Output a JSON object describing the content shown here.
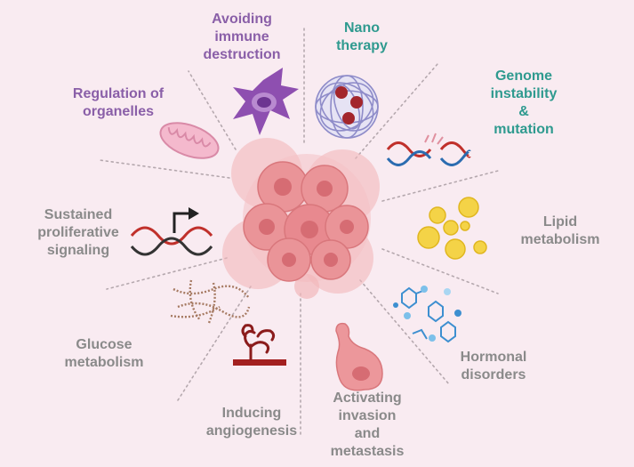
{
  "labels": {
    "immune": "Avoiding\nimmune\ndestruction",
    "nano": "Nano\ntherapy",
    "organelles": "Regulation of\norganelles",
    "genome": "Genome\ninstability\n&\nmutation",
    "proliferative": "Sustained\nproliferative\nsignaling",
    "lipid": "Lipid\nmetabolism",
    "glucose": "Glucose\nmetabolism",
    "hormonal": "Hormonal\ndisorders",
    "angiogenesis": "Inducing\nangiogenesis",
    "invasion": "Activating\ninvasion\nand\nmetastasis"
  },
  "colors": {
    "background": "#f9ebf1",
    "purple_label": "#8a5fa8",
    "teal_label": "#2f9a8f",
    "gray_label": "#8a8a8a",
    "tumor": "#e8898f",
    "dna_red": "#c0302b"
  },
  "icons": {
    "center": "tumor-cell-cluster-icon",
    "immune": "immune-cell-icon",
    "nano": "nanoparticle-icon",
    "organelles": "mitochondrion-icon",
    "genome": "broken-dna-icon",
    "proliferative": "dna-arrow-icon",
    "lipid": "lipid-droplets-icon",
    "glucose": "glucose-chains-icon",
    "hormonal": "hormone-molecules-icon",
    "angiogenesis": "blood-vessel-icon",
    "invasion": "migrating-cell-icon"
  }
}
